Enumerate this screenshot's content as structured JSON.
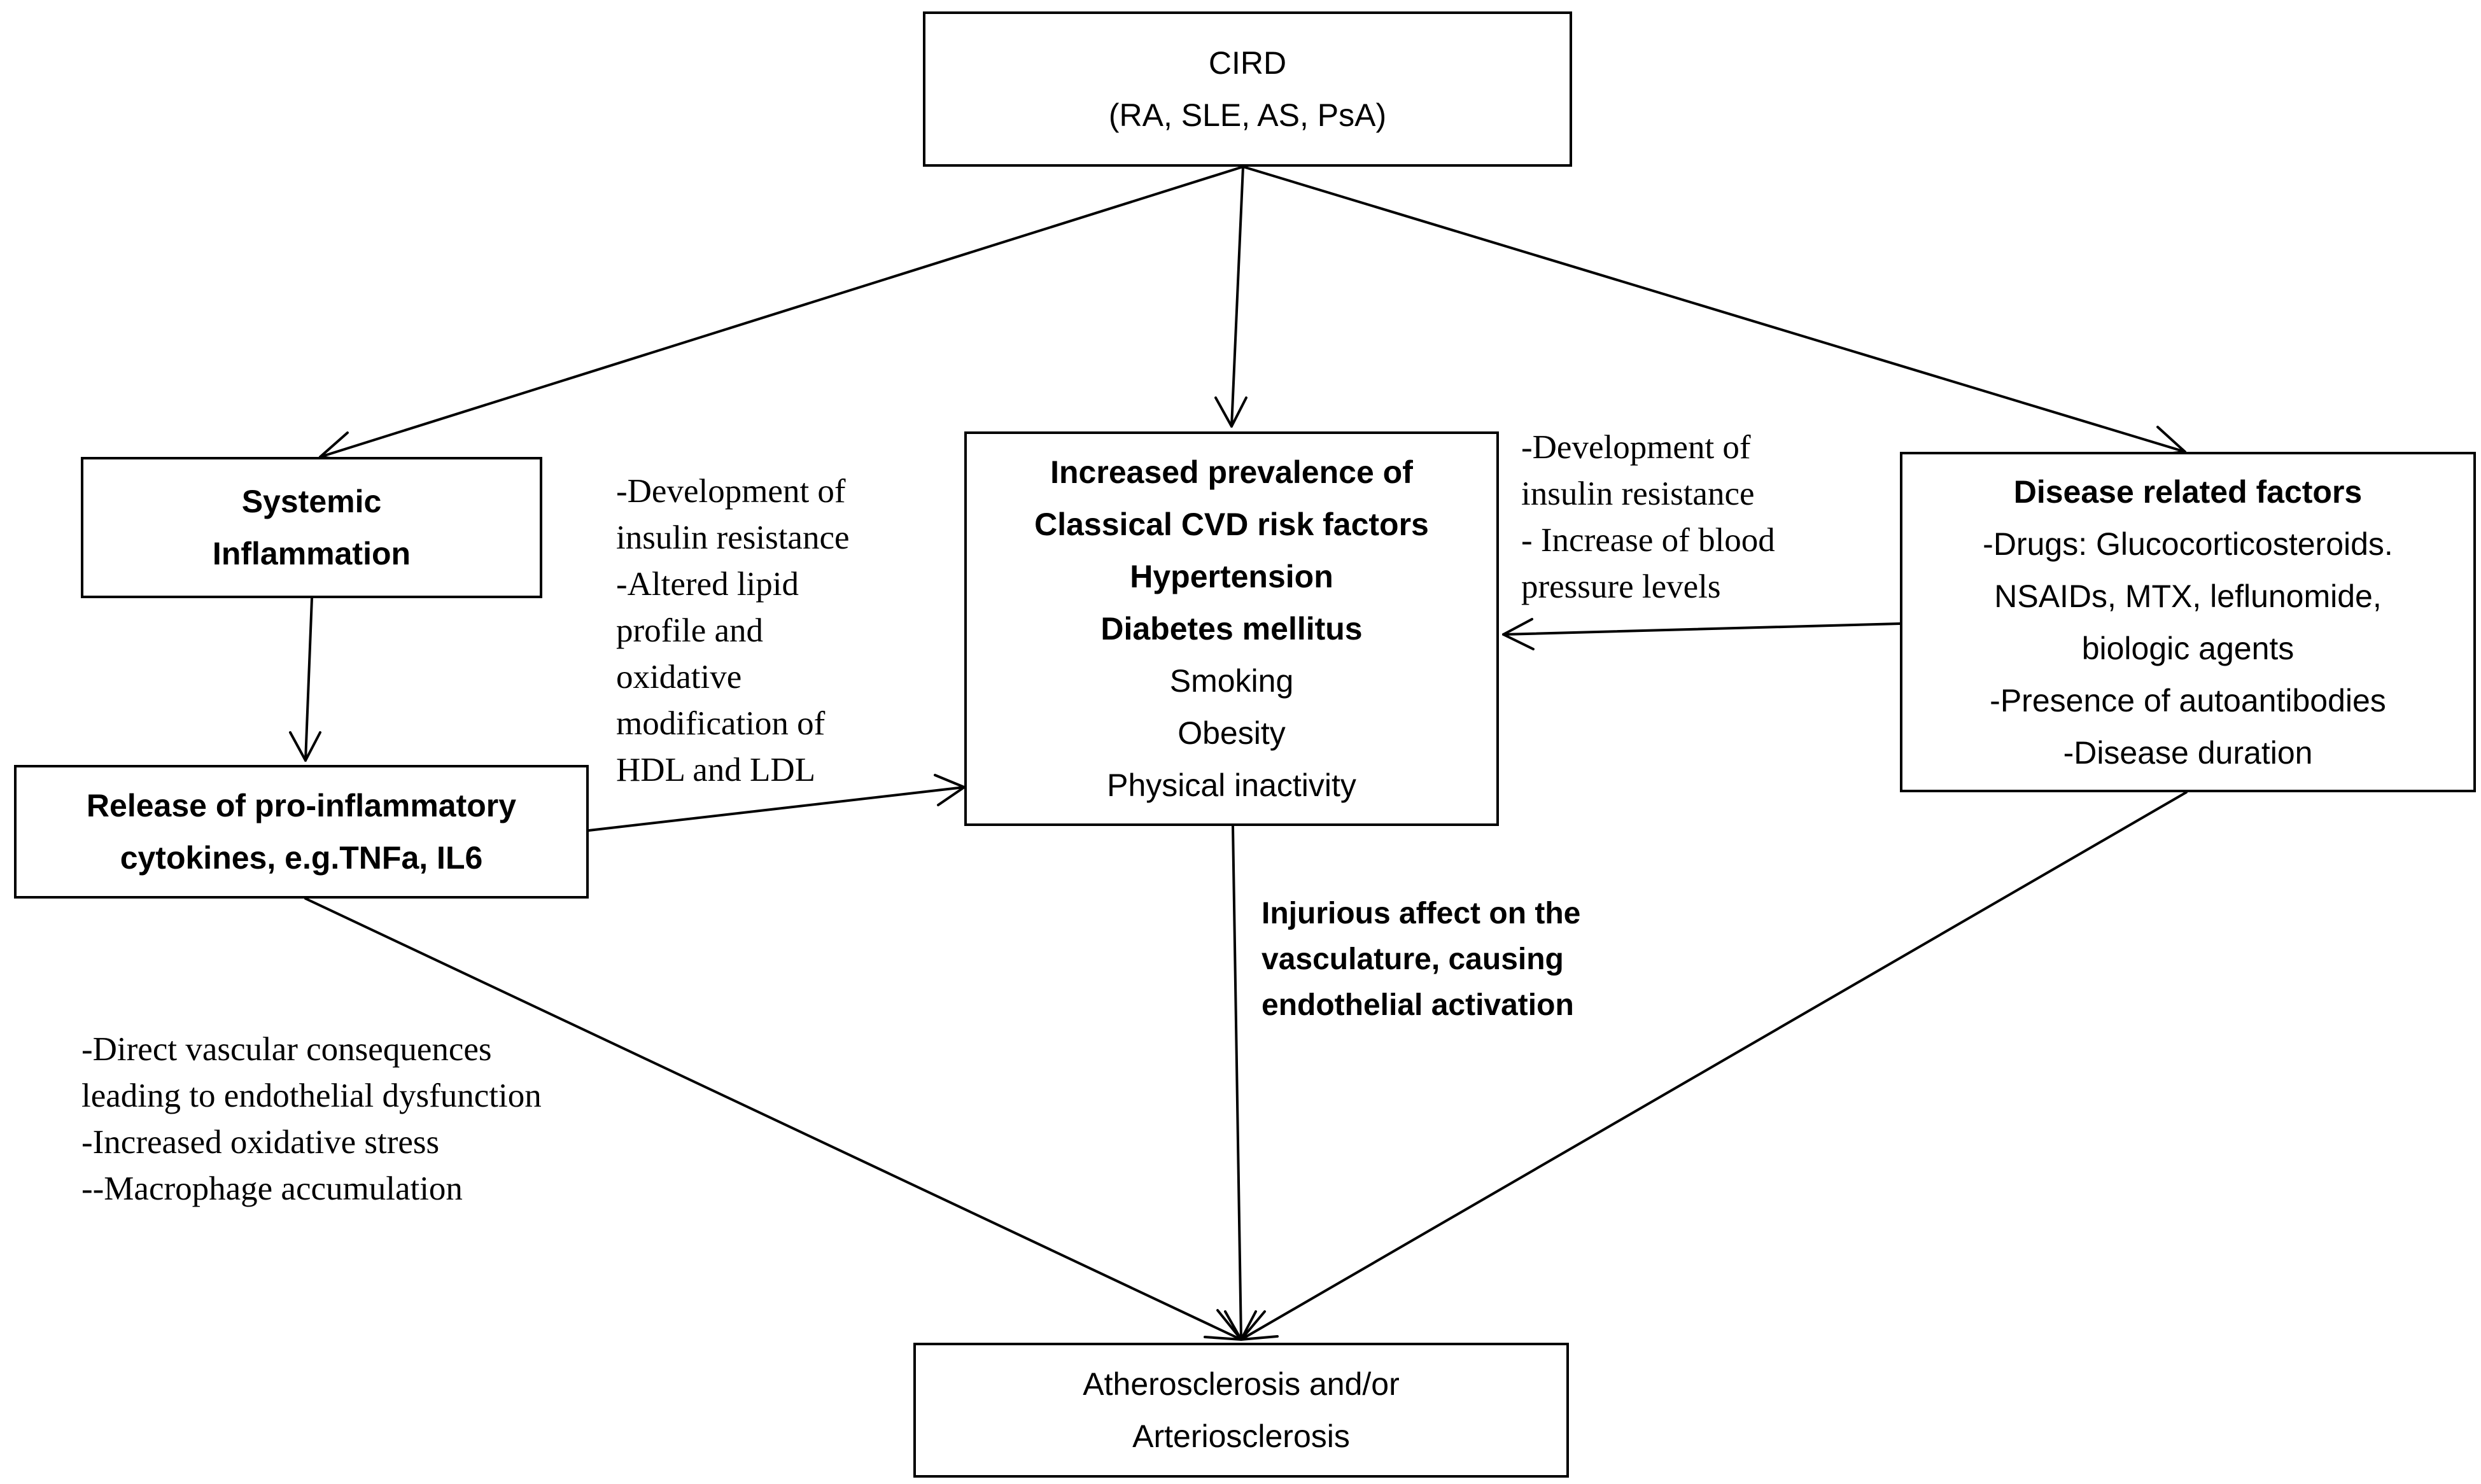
{
  "nodes": {
    "cird": {
      "lines": [
        "CIRD",
        "(RA, SLE, AS, PsA)"
      ]
    },
    "systemic": {
      "lines": [
        "Systemic",
        "Inflammation"
      ]
    },
    "classical": {
      "title_lines": [
        "Increased prevalence of",
        "Classical CVD risk factors"
      ],
      "items": [
        "Hypertension",
        "Diabetes mellitus",
        "Smoking",
        "Obesity",
        "Physical inactivity"
      ]
    },
    "disease": {
      "title": "Disease related factors",
      "items": [
        "-Drugs: Glucocorticosteroids.",
        "NSAIDs, MTX, leflunomide,",
        "biologic agents",
        "-Presence of autoantibodies",
        "-Disease duration"
      ]
    },
    "cytokines": {
      "lines": [
        "Release of pro-inflammatory",
        "cytokines, e.g.TNFa,  IL6"
      ]
    },
    "athero": {
      "lines": [
        "Atherosclerosis and/or",
        "Arteriosclerosis"
      ]
    }
  },
  "edge_labels": {
    "cytokines_to_classical": [
      "-Development of",
      "insulin resistance",
      "-Altered lipid",
      "profile and",
      "oxidative",
      "modification of",
      "HDL and LDL"
    ],
    "disease_to_classical": [
      "-Development of",
      "insulin resistance",
      "- Increase of blood",
      "pressure levels"
    ],
    "classical_to_athero": [
      "Injurious affect on the",
      "vasculature, causing",
      "endothelial activation"
    ],
    "cytokines_to_athero": [
      "-Direct vascular consequences",
      "leading to endothelial dysfunction",
      "-Increased oxidative stress",
      "--Macrophage accumulation"
    ]
  },
  "colors": {
    "line": "#000000",
    "background": "#ffffff"
  }
}
